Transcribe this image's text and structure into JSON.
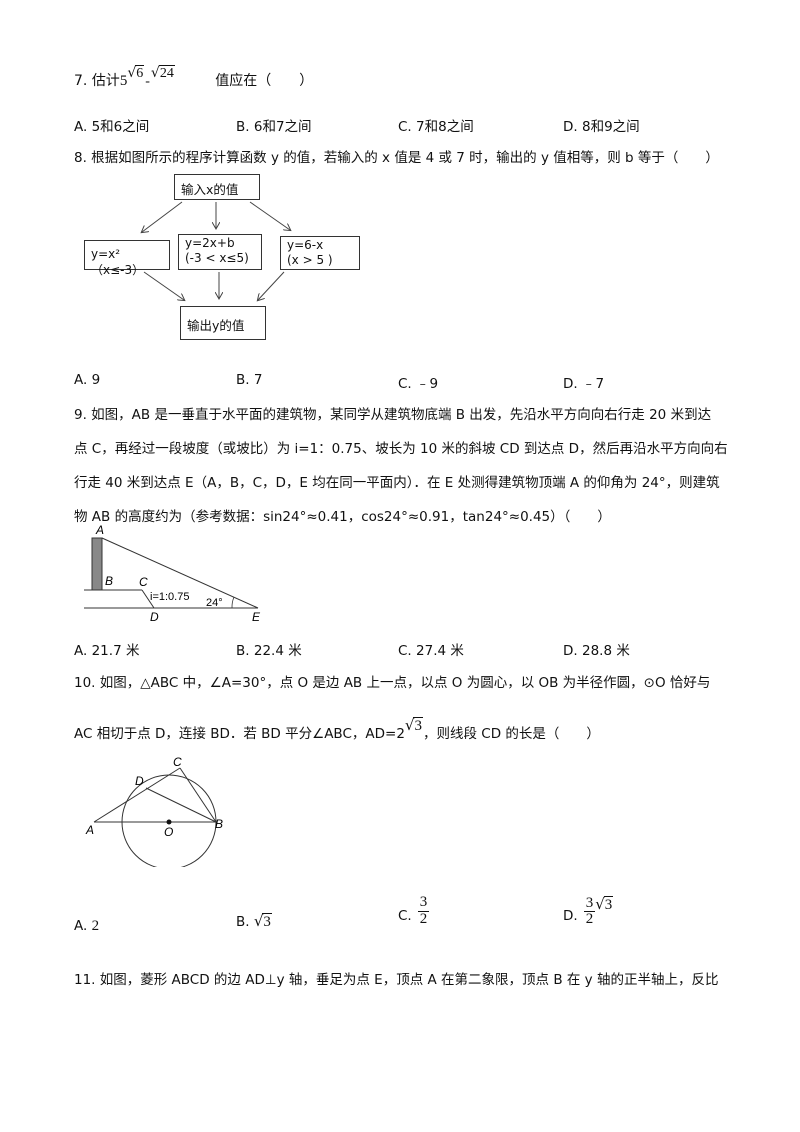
{
  "q7": {
    "num": "7.",
    "pre": "估计",
    "coef": "5",
    "rad1": "6",
    "minus": "-",
    "rad2": "24",
    "post": "值应在（　　）",
    "options": [
      {
        "letter": "A.",
        "text": "5和6之间"
      },
      {
        "letter": "B.",
        "text": "6和7之间"
      },
      {
        "letter": "C.",
        "text": "7和8之间"
      },
      {
        "letter": "D.",
        "text": "8和9之间"
      }
    ]
  },
  "q8": {
    "stem": "8. 根据如图所示的程序计算函数 y 的值，若输入的 x 值是 4 或 7 时，输出的 y 值相等，则 b 等于（　　）",
    "flow": {
      "input": "输入x的值",
      "b1": "y=x² （x≤-3）",
      "b2_l1": "y=2x+b",
      "b2_l2": "(-3 < x≤5)",
      "b3_l1": "y=6-x",
      "b3_l2": "(x > 5 )",
      "output": "输出y的值"
    },
    "options": [
      {
        "letter": "A.",
        "text": "9"
      },
      {
        "letter": "B.",
        "text": "7"
      },
      {
        "letter": "C.",
        "text": "﹣9"
      },
      {
        "letter": "D.",
        "text": "﹣7"
      }
    ]
  },
  "q9": {
    "line1": "9. 如图，AB 是一垂直于水平面的建筑物，某同学从建筑物底端 B 出发，先沿水平方向向右行走 20 米到达",
    "line2": "点 C，再经过一段坡度（或坡比）为 i=1：0.75、坡长为 10 米的斜坡 CD 到达点 D，然后再沿水平方向向右",
    "line3": "行走 40 米到达点 E（A，B，C，D，E 均在同一平面内）．在 E 处测得建筑物顶端 A 的仰角为 24°，则建筑",
    "line4": "物 AB 的高度约为（参考数据：sin24°≈0.41，cos24°≈0.91，tan24°≈0.45）（　　）",
    "fig": {
      "A": "A",
      "B": "B",
      "C": "C",
      "D": "D",
      "E": "E",
      "slope": "i=1:0.75",
      "angle": "24°"
    },
    "options": [
      {
        "letter": "A.",
        "text": "21.7 米"
      },
      {
        "letter": "B.",
        "text": "22.4 米"
      },
      {
        "letter": "C.",
        "text": "27.4 米"
      },
      {
        "letter": "D.",
        "text": "28.8 米"
      }
    ]
  },
  "q10": {
    "line1": "10. 如图，△ABC 中，∠A=30°，点 O 是边 AB 上一点，以点 O 为圆心，以 OB 为半径作圆，⊙O 恰好与",
    "line2_pre": "AC 相切于点 D，连接 BD．若 BD 平分∠ABC，AD=2",
    "line2_rad": "3",
    "line2_post": "，则线段 CD 的长是（　　）",
    "fig": {
      "A": "A",
      "B": "B",
      "C": "C",
      "D": "D",
      "O": "O"
    },
    "options": [
      {
        "letter": "A.",
        "text": "2"
      },
      {
        "letter": "B.",
        "rad": "3"
      },
      {
        "letter": "C.",
        "num": "3",
        "den": "2"
      },
      {
        "letter": "D.",
        "num": "3",
        "den": "2",
        "rad": "3"
      }
    ]
  },
  "q11": {
    "line1": "11. 如图，菱形 ABCD 的边 AD⊥y 轴，垂足为点 E，顶点 A 在第二象限，顶点 B 在 y 轴的正半轴上，反比"
  }
}
